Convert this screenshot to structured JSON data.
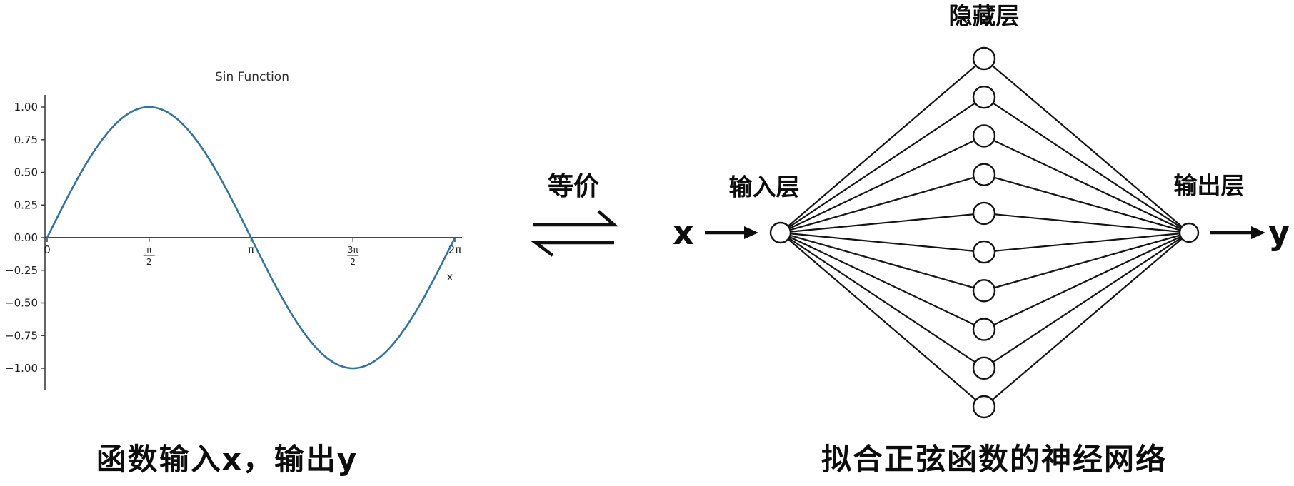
{
  "background": "#ffffff",
  "chart_data": {
    "type": "line",
    "title": "Sin Function",
    "xlabel": "x",
    "ylabel": "",
    "xlim": [
      0,
      6.2832
    ],
    "ylim": [
      -1,
      1
    ],
    "grid": false,
    "legend": "none",
    "x_ticks": [
      {
        "label": "0",
        "value": 0
      },
      {
        "label": "π/2",
        "value": 1.5708,
        "frac": {
          "num": "π",
          "den": "2"
        }
      },
      {
        "label": "π",
        "value": 3.1416
      },
      {
        "label": "3π/2",
        "value": 4.7124,
        "frac": {
          "num": "3π",
          "den": "2"
        }
      },
      {
        "label": "2π",
        "value": 6.2832
      }
    ],
    "y_ticks": [
      {
        "label": "1.00",
        "value": 1.0
      },
      {
        "label": "0.75",
        "value": 0.75
      },
      {
        "label": "0.50",
        "value": 0.5
      },
      {
        "label": "0.25",
        "value": 0.25
      },
      {
        "label": "0.00",
        "value": 0.0
      },
      {
        "label": "−0.25",
        "value": -0.25
      },
      {
        "label": "−0.50",
        "value": -0.5
      },
      {
        "label": "−0.75",
        "value": -0.75
      },
      {
        "label": "−1.00",
        "value": -1.0
      }
    ],
    "series": [
      {
        "name": "sin(x)",
        "fn": "sin",
        "color": "#2e74a4",
        "x": [
          0.0,
          0.196,
          0.393,
          0.589,
          0.785,
          0.982,
          1.178,
          1.374,
          1.571,
          1.767,
          1.963,
          2.16,
          2.356,
          2.553,
          2.749,
          2.945,
          3.142,
          3.338,
          3.534,
          3.731,
          3.927,
          4.123,
          4.32,
          4.516,
          4.712,
          4.909,
          5.105,
          5.301,
          5.498,
          5.694,
          5.89,
          6.087,
          6.283
        ],
        "y": [
          0.0,
          0.195,
          0.383,
          0.556,
          0.707,
          0.831,
          0.924,
          0.981,
          1.0,
          0.981,
          0.924,
          0.831,
          0.707,
          0.556,
          0.383,
          0.195,
          0.0,
          -0.195,
          -0.383,
          -0.556,
          -0.707,
          -0.831,
          -0.924,
          -0.981,
          -1.0,
          -0.981,
          -0.924,
          -0.831,
          -0.707,
          -0.556,
          -0.383,
          -0.195,
          0.0
        ]
      }
    ]
  },
  "equivalence": {
    "label": "等价"
  },
  "network": {
    "hidden_layer_label": "隐藏层",
    "input_layer_label": "输入层",
    "output_layer_label": "输出层",
    "input_variable": "x",
    "output_variable": "y",
    "input_count": 1,
    "hidden_count": 10,
    "output_count": 1,
    "node_fill": "#ffffff",
    "edge_color": "#141414"
  },
  "captions": {
    "left": "函数输入x，输出y",
    "right": "拟合正弦函数的神经网络"
  }
}
